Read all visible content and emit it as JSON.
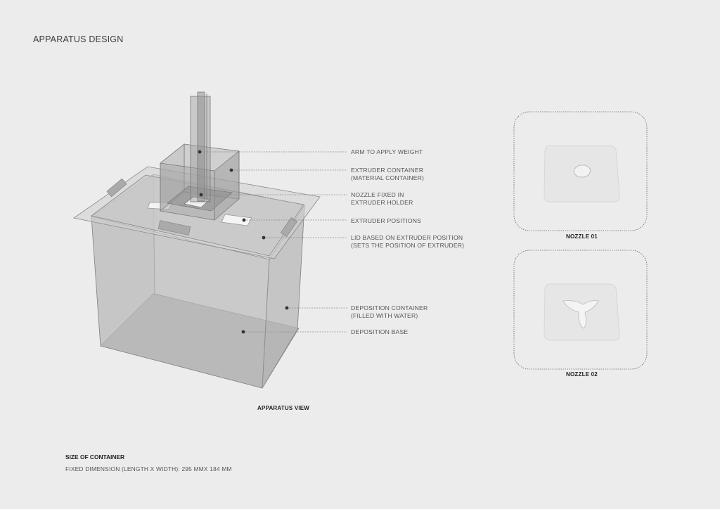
{
  "page": {
    "title": "APPARATUS DESIGN"
  },
  "apparatus": {
    "caption": "APPARATUS VIEW",
    "callouts": [
      {
        "line1": "ARM TO APPLY WEIGHT",
        "line2": ""
      },
      {
        "line1": "EXTRUDER CONTAINER",
        "line2": "(MATERIAL CONTAINER)"
      },
      {
        "line1": "NOZZLE FIXED IN",
        "line2": "EXTRUDER HOLDER"
      },
      {
        "line1": "EXTRUDER POSITIONS",
        "line2": ""
      },
      {
        "line1": "LID BASED ON EXTRUDER POSITION",
        "line2": "(SETS THE POSITION OF EXTRUDER)"
      },
      {
        "line1": "DEPOSITION CONTAINER",
        "line2": "(FILLED WITH WATER)"
      },
      {
        "line1": "DEPOSITION BASE",
        "line2": ""
      }
    ]
  },
  "nozzles": [
    {
      "label": "NOZZLE 01"
    },
    {
      "label": "NOZZLE 02"
    }
  ],
  "size": {
    "heading": "SIZE OF CONTAINER",
    "value": "FIXED DIMENSION (LENGTH X WIDTH): 295 MMX 184 MM"
  }
}
